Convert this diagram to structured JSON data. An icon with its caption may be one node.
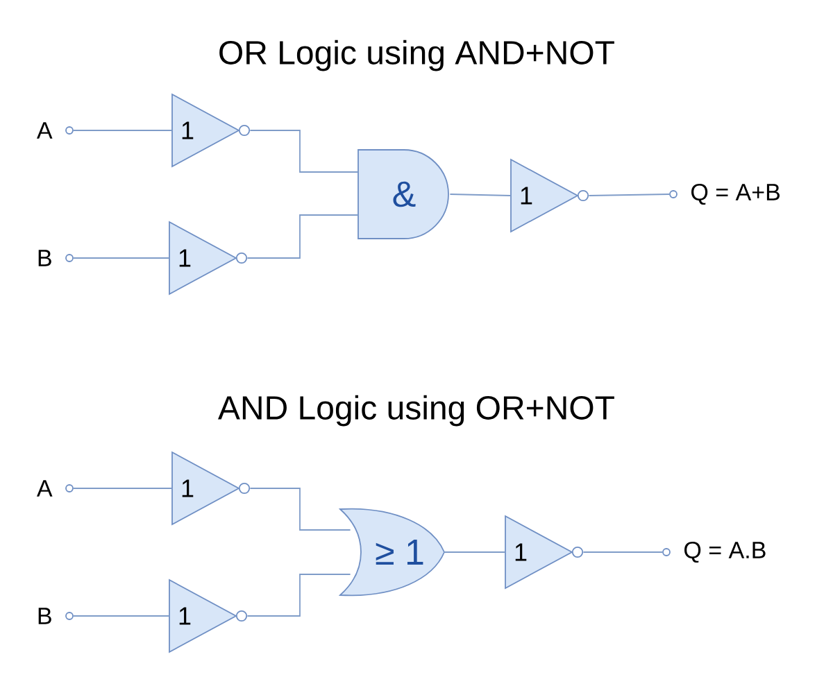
{
  "diagram": {
    "title": "OR Logic using AND+NOT",
    "nodes": [
      {
        "text": [],
        "shape": "circle",
        "beside": [
          "A"
        ]
      },
      {
        "text": [],
        "shape": "circle",
        "beside": [
          "B"
        ]
      },
      {
        "text": [
          "1"
        ]
      },
      {
        "text": [
          "1"
        ]
      },
      {
        "text": [
          "&"
        ]
      },
      {
        "text": [
          "1"
        ]
      },
      {
        "text": [],
        "shape": "circle",
        "beside": [
          "Q = A+B"
        ]
      },
      {
        "text": [],
        "shape": "circle",
        "beside": [
          "A"
        ]
      },
      {
        "text": [],
        "shape": "circle",
        "beside": [
          "B"
        ]
      },
      {
        "text": [
          "1"
        ]
      },
      {
        "text": [
          "1"
        ]
      },
      {
        "text": [
          "≥ 1"
        ]
      },
      {
        "text": [
          "1"
        ]
      },
      {
        "text": [],
        "shape": "circle",
        "beside": [
          "Q = A.B"
        ]
      }
    ],
    "edges": [
      {
        "from": 0,
        "to": 2,
        "arrow": "none"
      },
      {
        "from": 1,
        "to": 3,
        "arrow": "none"
      },
      {
        "from": 2,
        "to": 4,
        "arrow": "none"
      },
      {
        "from": 3,
        "to": 4,
        "arrow": "none"
      },
      {
        "from": 4,
        "to": 5,
        "arrow": "none"
      },
      {
        "from": 5,
        "to": 6,
        "arrow": "none"
      },
      {
        "from": 7,
        "to": 9,
        "arrow": "none"
      },
      {
        "from": 8,
        "to": 10,
        "arrow": "none"
      },
      {
        "from": 9,
        "to": 11,
        "arrow": "none"
      },
      {
        "from": 10,
        "to": 11,
        "arrow": "none"
      },
      {
        "from": 11,
        "to": 12,
        "arrow": "none"
      },
      {
        "from": 12,
        "to": 13,
        "arrow": "none"
      }
    ],
    "labels": [
      "AND Logic using OR+NOT"
    ]
  }
}
